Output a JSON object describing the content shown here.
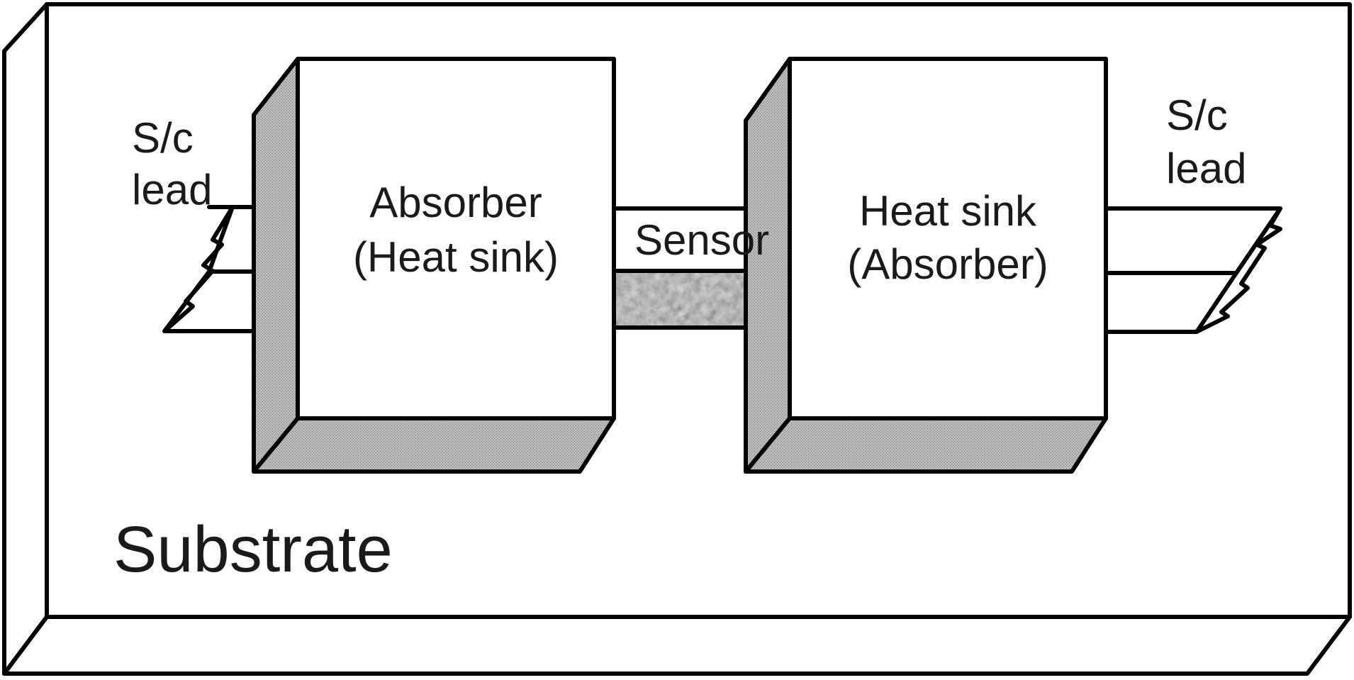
{
  "diagram": {
    "substrate_label": "Substrate",
    "left_lead": {
      "line1": "S/c",
      "line2": "lead"
    },
    "right_lead": {
      "line1": "S/c",
      "line2": "lead"
    },
    "absorber": {
      "line1": "Absorber",
      "line2": "(Heat sink)"
    },
    "heat_sink": {
      "line1": "Heat sink",
      "line2": "(Absorber)"
    },
    "sensor_label": "Sensor"
  },
  "colors": {
    "background": "#ffffff",
    "stroke": "#000000",
    "shade": "#b4b4b4",
    "sensor_texture": "#8c8c8c",
    "text": "#1a1a1a"
  }
}
